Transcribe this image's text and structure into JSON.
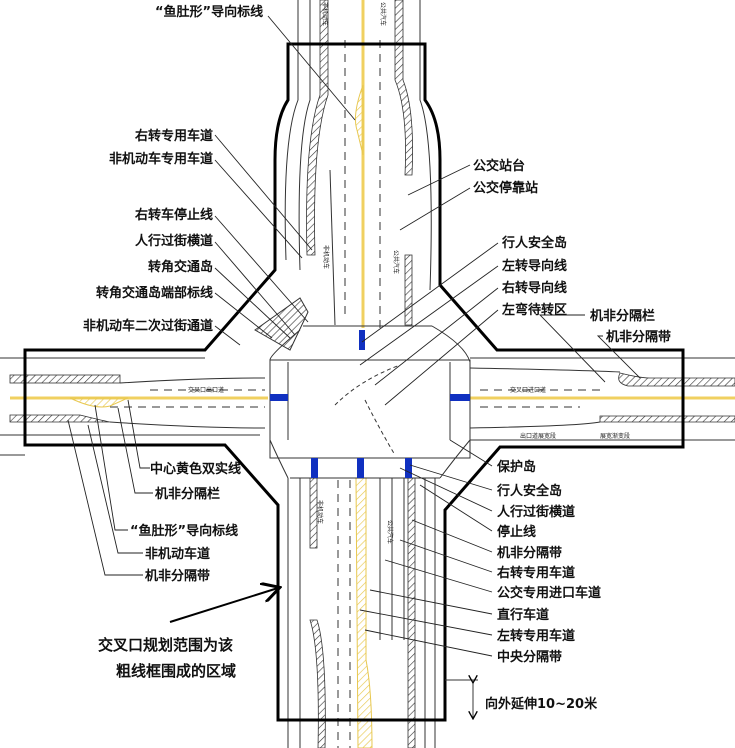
{
  "title_label": "“鱼肚形”导向标线",
  "left_upper": [
    "右转专用车道",
    "非机动车专用车道",
    "右转车停止线",
    "人行过街横道",
    "转角交通岛",
    "转角交通岛端部标线",
    "非机动车二次过街通道"
  ],
  "right_upper": [
    "公交站台",
    "公交停靠站",
    "行人安全岛",
    "左转导向线",
    "右转导向线",
    "左弯待转区",
    "机非分隔栏",
    "机非分隔带"
  ],
  "left_lower": [
    "中心黄色双实线",
    "机非分隔栏",
    "“鱼肚形”导向标线",
    "非机动车道",
    "机非分隔带"
  ],
  "right_lower": [
    "保护岛",
    "行人安全岛",
    "人行过街横道",
    "停止线",
    "机非分隔带",
    "右转专用车道",
    "公交专用进口车道",
    "直行车道",
    "左转专用车道",
    "中央分隔带"
  ],
  "extension_label": "向外延伸10~20米",
  "note": [
    "交叉口规划范围为该",
    "粗线框围成的区域"
  ],
  "road_labels": {
    "exit_road": "交叉口出口道",
    "entry_road": "交叉口进口道",
    "exit_widening": "出口道展宽段",
    "widening_transition": "展宽渐变段",
    "bus": "公共汽车",
    "nonmotor": "非机动车"
  },
  "colors": {
    "center_line": "#f0d060",
    "crosswalk": "#1030c0",
    "boundary": "#000000"
  }
}
